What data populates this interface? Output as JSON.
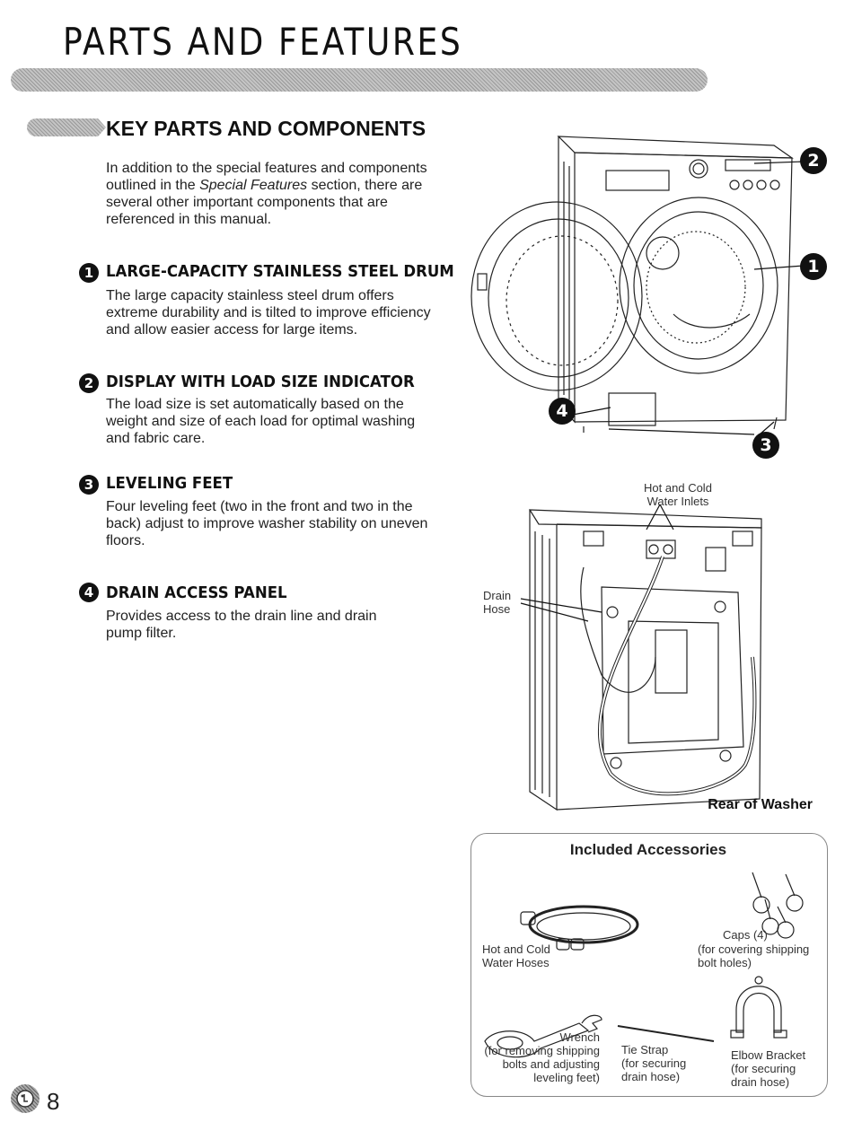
{
  "header": {
    "title": "PARTS AND FEATURES"
  },
  "section": {
    "heading": "KEY PARTS AND COMPONENTS"
  },
  "intro": {
    "text_before": "In addition to the special features and components outlined in the ",
    "text_italic": "Special Features",
    "text_after": " section, there are several other important components that are referenced in this manual."
  },
  "features": [
    {
      "number": "1",
      "title": "LARGE-CAPACITY STAINLESS STEEL DRUM",
      "text": "The large capacity stainless steel drum offers extreme durability and is tilted to improve efficiency and allow easier access for large items."
    },
    {
      "number": "2",
      "title": "DISPLAY WITH LOAD SIZE INDICATOR",
      "text": "The load size is set automatically based on the weight and size of each load for optimal washing and fabric care."
    },
    {
      "number": "3",
      "title": "LEVELING FEET",
      "text": "Four leveling feet (two in the front and two in the back) adjust to improve washer stability on uneven floors."
    },
    {
      "number": "4",
      "title": "DRAIN ACCESS PANEL",
      "text": "Provides access to the drain line and drain pump filter."
    }
  ],
  "front_callouts": [
    "2",
    "1",
    "4",
    "3"
  ],
  "rear": {
    "inlets_label": "Hot and Cold Water Inlets",
    "drain_label": "Drain Hose",
    "caption": "Rear of Washer"
  },
  "accessories": {
    "title": "Included Accessories",
    "hoses": "Hot and Cold Water Hoses",
    "caps": "Caps (4)",
    "caps_note": "(for covering shipping bolt holes)",
    "wrench": "Wrench",
    "wrench_note": "(for removing shipping bolts and adjusting leveling feet)",
    "tie_strap": "Tie Strap",
    "tie_strap_note": "(for securing drain hose)",
    "elbow": "Elbow Bracket",
    "elbow_note": "(for securing drain hose)"
  },
  "footer": {
    "page_number": "8"
  }
}
